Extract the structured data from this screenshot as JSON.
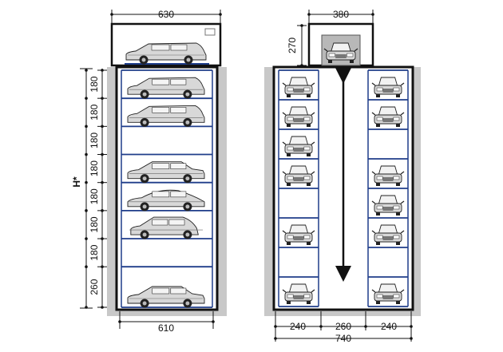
{
  "side_view": {
    "top_width": "630",
    "bottom_width": "610",
    "height_label": "H*",
    "level_heights": [
      "180",
      "180",
      "180",
      "180",
      "180",
      "180",
      "180",
      "260"
    ],
    "slots": [
      "estate",
      "estate",
      "estate",
      "empty",
      "sedan",
      "coupe",
      "hatchback",
      "empty",
      "sedan"
    ]
  },
  "front_view": {
    "top_width": "380",
    "entrance_height": "270",
    "left_column": [
      "car",
      "car",
      "car",
      "car",
      "empty",
      "car",
      "empty",
      "car"
    ],
    "right_column": [
      "car",
      "car",
      "empty",
      "car",
      "car",
      "car",
      "empty",
      "car"
    ],
    "bottom_widths": [
      "240",
      "260",
      "240"
    ],
    "total_width": "740"
  },
  "colors": {
    "frame": "#111111",
    "shelf": "#1f3d8a",
    "shaft": "#c8c8c8",
    "car_body": "#d8d8d8"
  }
}
